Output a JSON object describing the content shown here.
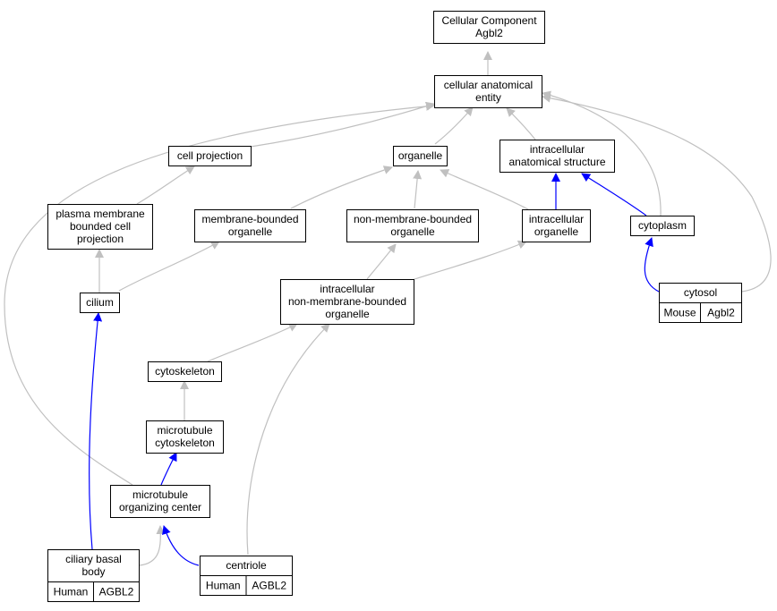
{
  "colors": {
    "gray_edge": "#c0c0c0",
    "blue_edge": "#0000ff",
    "human": "#fa6a50",
    "mouse": "#add8e6"
  },
  "nodes": {
    "root": {
      "lines": [
        "Cellular Component",
        "Agbl2"
      ]
    },
    "cae": {
      "lines": [
        "cellular anatomical",
        "entity"
      ]
    },
    "cellproj": {
      "lines": [
        "cell projection"
      ]
    },
    "organelle": {
      "lines": [
        "organelle"
      ]
    },
    "ias": {
      "lines": [
        "intracellular",
        "anatomical structure"
      ]
    },
    "pmbcp": {
      "lines": [
        "plasma membrane",
        "bounded cell",
        "projection"
      ]
    },
    "mbo": {
      "lines": [
        "membrane-bounded",
        "organelle"
      ]
    },
    "nmbo": {
      "lines": [
        "non-membrane-bounded",
        "organelle"
      ]
    },
    "io": {
      "lines": [
        "intracellular",
        "organelle"
      ]
    },
    "cytoplasm": {
      "lines": [
        "cytoplasm"
      ]
    },
    "cytosol": {
      "lines": [
        "cytosol"
      ],
      "cells": [
        {
          "label": "Mouse",
          "species": "mouse"
        },
        {
          "label": "Agbl2",
          "species": "mouse"
        }
      ]
    },
    "cilium": {
      "lines": [
        "cilium"
      ]
    },
    "inmbo": {
      "lines": [
        "intracellular",
        "non-membrane-bounded",
        "organelle"
      ]
    },
    "cytoskeleton": {
      "lines": [
        "cytoskeleton"
      ]
    },
    "mtcs": {
      "lines": [
        "microtubule",
        "cytoskeleton"
      ]
    },
    "mtoc": {
      "lines": [
        "microtubule",
        "organizing center"
      ]
    },
    "cbb": {
      "lines": [
        "ciliary basal",
        "body"
      ],
      "cells": [
        {
          "label": "Human",
          "species": "human"
        },
        {
          "label": "AGBL2",
          "species": "human"
        }
      ]
    },
    "centriole": {
      "lines": [
        "centriole"
      ],
      "cells": [
        {
          "label": "Human",
          "species": "human"
        },
        {
          "label": "AGBL2",
          "species": "human"
        }
      ]
    }
  }
}
